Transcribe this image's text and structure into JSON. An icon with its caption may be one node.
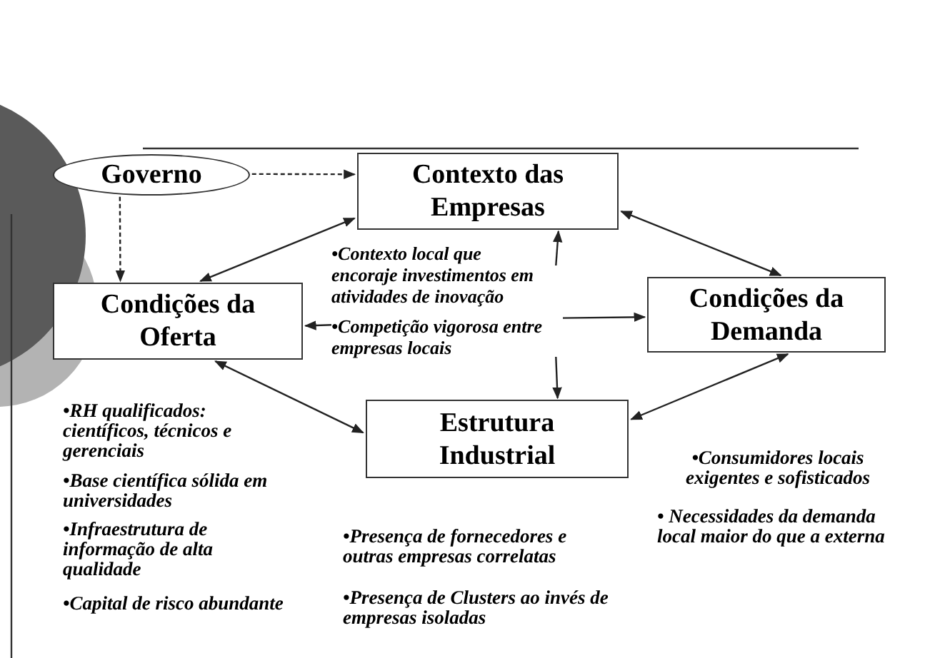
{
  "diagram": {
    "nodes": [
      {
        "text": [
          "Governo"
        ]
      },
      {
        "text": [
          "Contexto das Empresas"
        ]
      },
      {
        "text": [
          "Condições da Oferta"
        ]
      },
      {
        "text": [
          "Condições da Demanda"
        ]
      },
      {
        "text": [
          "Estrutura Industrial"
        ]
      },
      {
        "text": [
          "•Contexto local que encoraje investimentos em atividades de inovação",
          "•Competição vigorosa entre empresas locais"
        ]
      }
    ],
    "edges": [
      {
        "from": 0,
        "to": 1,
        "arrow": "to",
        "style": "dashed"
      },
      {
        "from": 0,
        "to": 2,
        "arrow": "to",
        "style": "dashed"
      },
      {
        "from": 1,
        "to": 2,
        "arrow": "both"
      },
      {
        "from": 1,
        "to": 3,
        "arrow": "both"
      },
      {
        "from": 2,
        "to": 4,
        "arrow": "both"
      },
      {
        "from": 4,
        "to": 3,
        "arrow": "both"
      },
      {
        "from": 5,
        "to": 1,
        "arrow": "to"
      },
      {
        "from": 5,
        "to": 2,
        "arrow": "to"
      },
      {
        "from": 5,
        "to": 3,
        "arrow": "to"
      },
      {
        "from": 5,
        "to": 4,
        "arrow": "to"
      }
    ],
    "labels": [
      "•RH qualificados: científicos, técnicos e gerenciais",
      "•Base científica sólida em universidades",
      "•Infraestrutura de informação de alta qualidade",
      "•Capital de risco abundante",
      "•Consumidores locais exigentes e sofisticados",
      "• Necessidades da demanda local maior do que a externa",
      "•Presença de fornecedores e outras empresas correlatas",
      "•Presença de Clusters ao invés de empresas isoladas"
    ]
  }
}
